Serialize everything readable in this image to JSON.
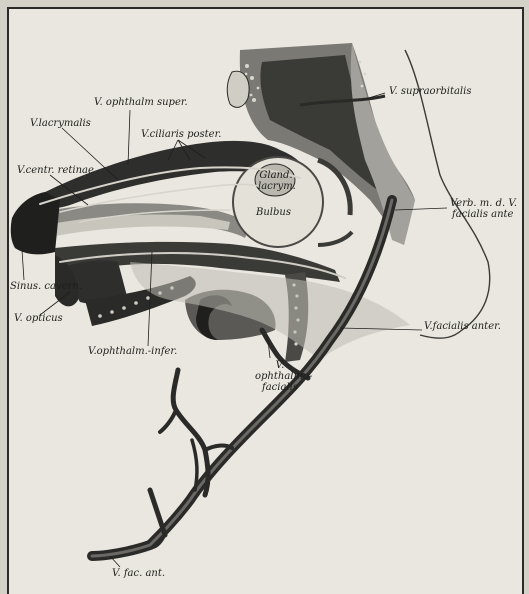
{
  "figure": {
    "palette": {
      "paper": "#e9e7df",
      "border": "#2a2a28",
      "tissue_dark": "#2e2e2c",
      "tissue_mid": "#6c6b66",
      "vessel": "#1a1a19"
    },
    "labels": {
      "supraorbitalis": "V. supraorbitalis",
      "ophthalm_super": "V. ophthalm super.",
      "lacrymalis": "V.lacrymalis",
      "ciliaris_poster": "V.ciliaris poster.",
      "centr_retinae": "V.centr. retinae",
      "gland_lacrym_1": "Gland.",
      "gland_lacrym_2": "lacrym.",
      "bulbus": "Bulbus",
      "verb_facialis_1": "Verb. m. d. V.",
      "verb_facialis_2": "facialis ante",
      "sinus_cavern": "Sinus. cavern.",
      "opticus": "V. opticus",
      "ophthalm_infer": "V.ophthalm.-infer.",
      "facialis_anter": "V.facialis anter.",
      "ophthalmo_facialis_1": "V.",
      "ophthalmo_facialis_2": "ophthalmo-",
      "ophthalmo_facialis_3": "facialis",
      "fac_ant": "V. fac. ant."
    }
  }
}
